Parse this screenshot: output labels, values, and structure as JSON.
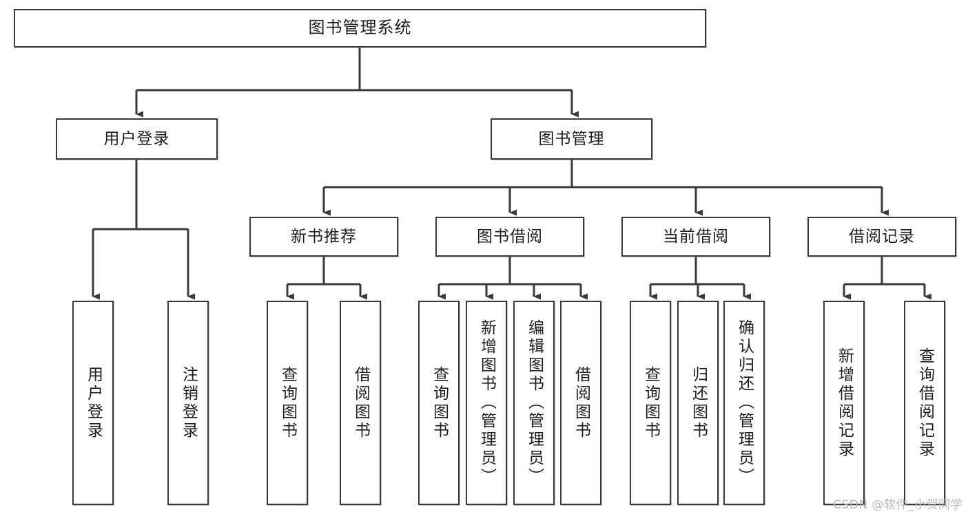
{
  "diagram": {
    "title": "图书管理系统",
    "type": "tree",
    "colors": {
      "box_border": "#3a3a3a",
      "box_fill": "#ffffff",
      "connector": "#3a3a3a",
      "background": "#ffffff",
      "watermark": "#b9b9b9"
    },
    "levels": {
      "root": {
        "label": "图书管理系统"
      },
      "level2": [
        {
          "label": "用户登录"
        },
        {
          "label": "图书管理"
        }
      ],
      "level3": [
        {
          "label": "新书推荐"
        },
        {
          "label": "图书借阅"
        },
        {
          "label": "当前借阅"
        },
        {
          "label": "借阅记录"
        }
      ],
      "leaves": [
        {
          "label": "用户登录",
          "parent": "用户登录"
        },
        {
          "label": "注销登录",
          "parent": "用户登录"
        },
        {
          "label": "查询图书",
          "parent": "新书推荐"
        },
        {
          "label": "借阅图书",
          "parent": "新书推荐"
        },
        {
          "label": "查询图书",
          "parent": "图书借阅"
        },
        {
          "label": "新增图书（管理员）",
          "parent": "图书借阅"
        },
        {
          "label": "编辑图书（管理员）",
          "parent": "图书借阅"
        },
        {
          "label": "借阅图书",
          "parent": "图书借阅"
        },
        {
          "label": "查询图书",
          "parent": "当前借阅"
        },
        {
          "label": "归还图书",
          "parent": "当前借阅"
        },
        {
          "label": "确认归还（管理员）",
          "parent": "当前借阅"
        },
        {
          "label": "新增借阅记录",
          "parent": "借阅记录"
        },
        {
          "label": "查询借阅记录",
          "parent": "借阅记录"
        }
      ]
    },
    "watermark": "CSDN @软件_小贺同学"
  }
}
